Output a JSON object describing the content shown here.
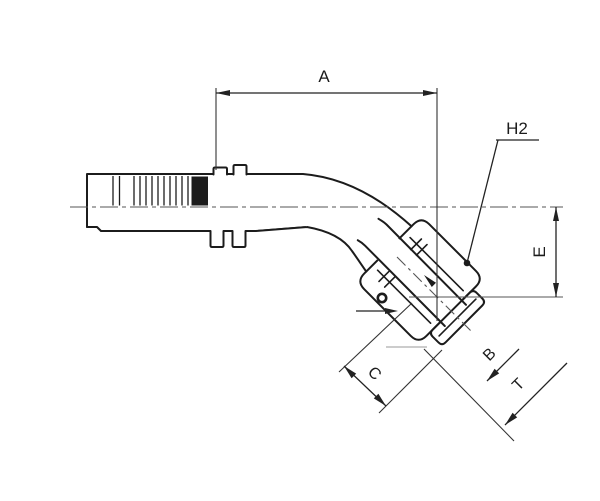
{
  "drawing": {
    "type": "technical-line-drawing",
    "subject": "45-degree elbow hose fitting with swivel nut, dimensioned",
    "labels": {
      "dim_a": "A",
      "leader_h2": "H2",
      "dim_e": "E",
      "dim_b": "B",
      "dim_c": "C",
      "dim_t": "T"
    },
    "colors": {
      "ink": "#1c1c1c",
      "thin": "#333333",
      "dim": "#222222",
      "centerline": "#555555",
      "faint": "#999999",
      "background": "#ffffff"
    }
  }
}
